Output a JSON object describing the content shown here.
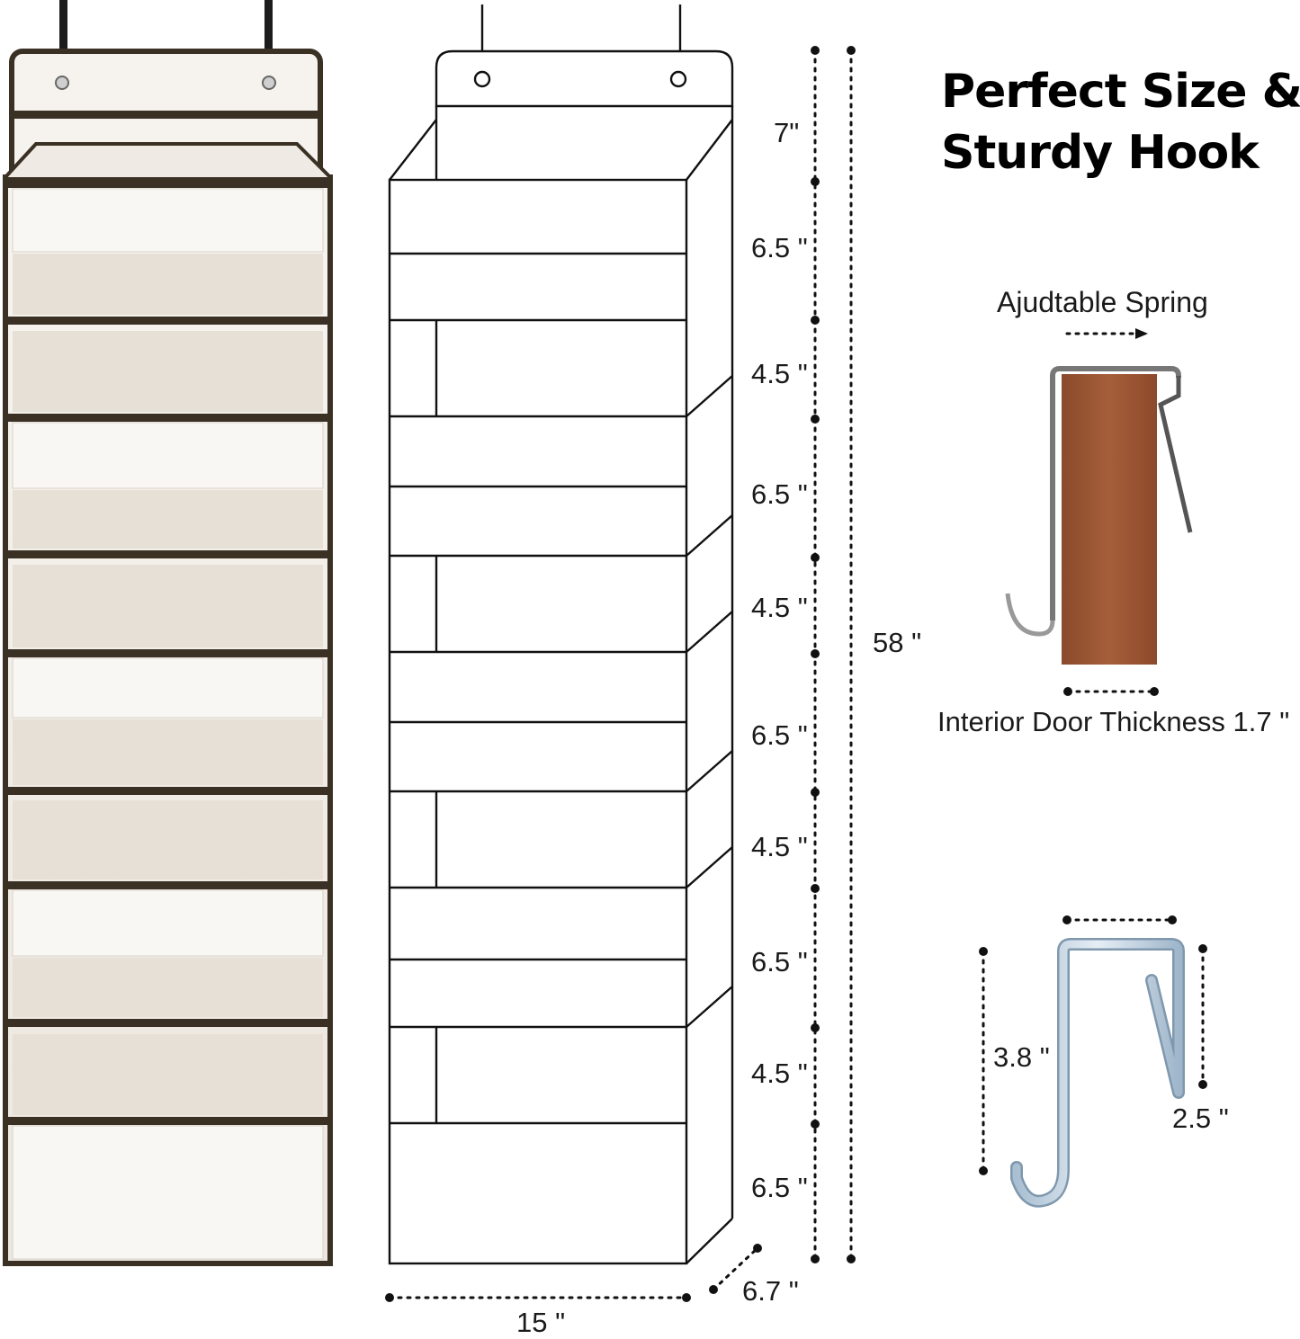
{
  "headline": {
    "line1": "Perfect Size &",
    "line2": "Sturdy Hook"
  },
  "pocket_heights": [
    "7\"",
    "6.5 \"",
    "4.5 \"",
    "6.5 \"",
    "4.5 \"",
    "6.5 \"",
    "4.5 \"",
    "6.5 \"",
    "4.5 \"",
    "6.5 \""
  ],
  "total_height": "58 \"",
  "width": "15 \"",
  "depth": "6.7 \"",
  "hook_detail": {
    "spring_label": "Ajudtable Spring",
    "door_label": "Interior Door Thickness 1.7 \"",
    "hook_height": "3.8 \"",
    "spring_height": "2.5 \""
  },
  "colors": {
    "trim": "#3b3024",
    "fabric": "#f4f0ea",
    "wood": "#9a5434",
    "hook_metal": "#c9d7e3"
  }
}
